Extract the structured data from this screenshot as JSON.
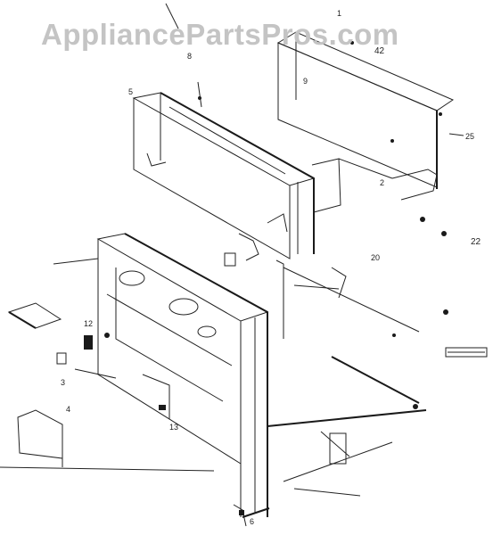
{
  "watermark": "AppliancePartsPros.com",
  "labels": {
    "l1": "1",
    "l2": "42",
    "l3": "8",
    "l4": "25",
    "l5": "5",
    "l6": "22",
    "l7": "20",
    "l8": "12",
    "l9": "3",
    "l10": "4",
    "l11": "13",
    "l12": "6",
    "l13": "9",
    "l14": "2"
  },
  "colors": {
    "ink": "#222222",
    "watermark": "#c4c4c4",
    "background": "#ffffff"
  }
}
